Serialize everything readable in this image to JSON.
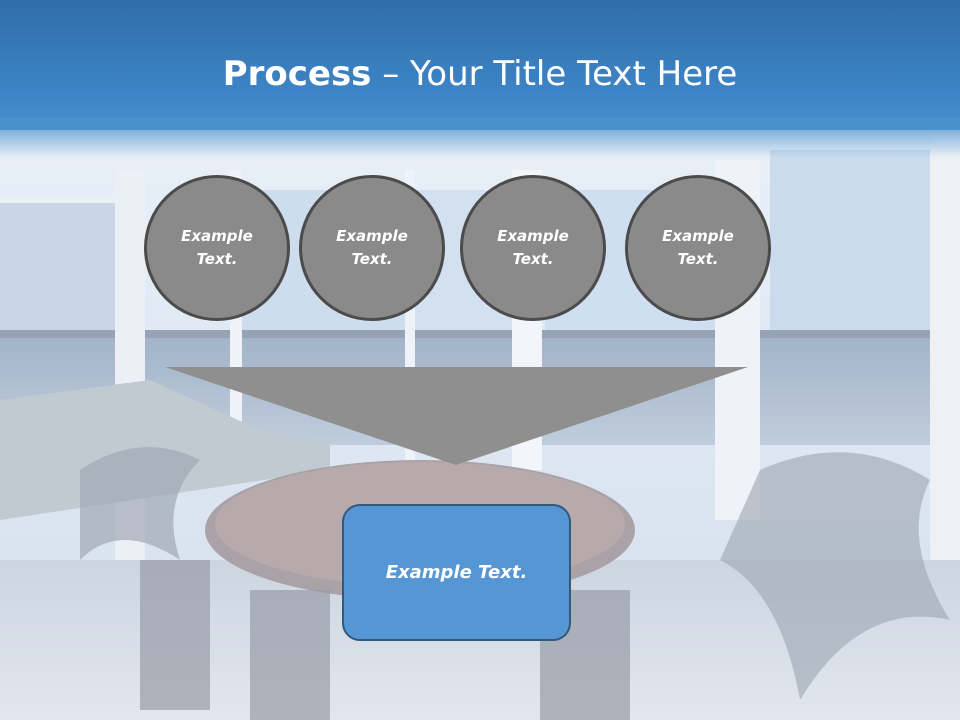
{
  "slide": {
    "title_strong": "Process",
    "title_rest": " – Your Title Text Here",
    "circles": [
      {
        "label": "Example Text."
      },
      {
        "label": "Example Text."
      },
      {
        "label": "Example Text."
      },
      {
        "label": "Example Text."
      }
    ],
    "result_label": "Example Text."
  },
  "colors": {
    "header": "#3d84c6",
    "circle_fill": "#8a8a8a",
    "circle_border": "#4b4b4b",
    "funnel": "#8f8f8f",
    "box_fill": "#5597d4",
    "box_border": "#34597d"
  }
}
